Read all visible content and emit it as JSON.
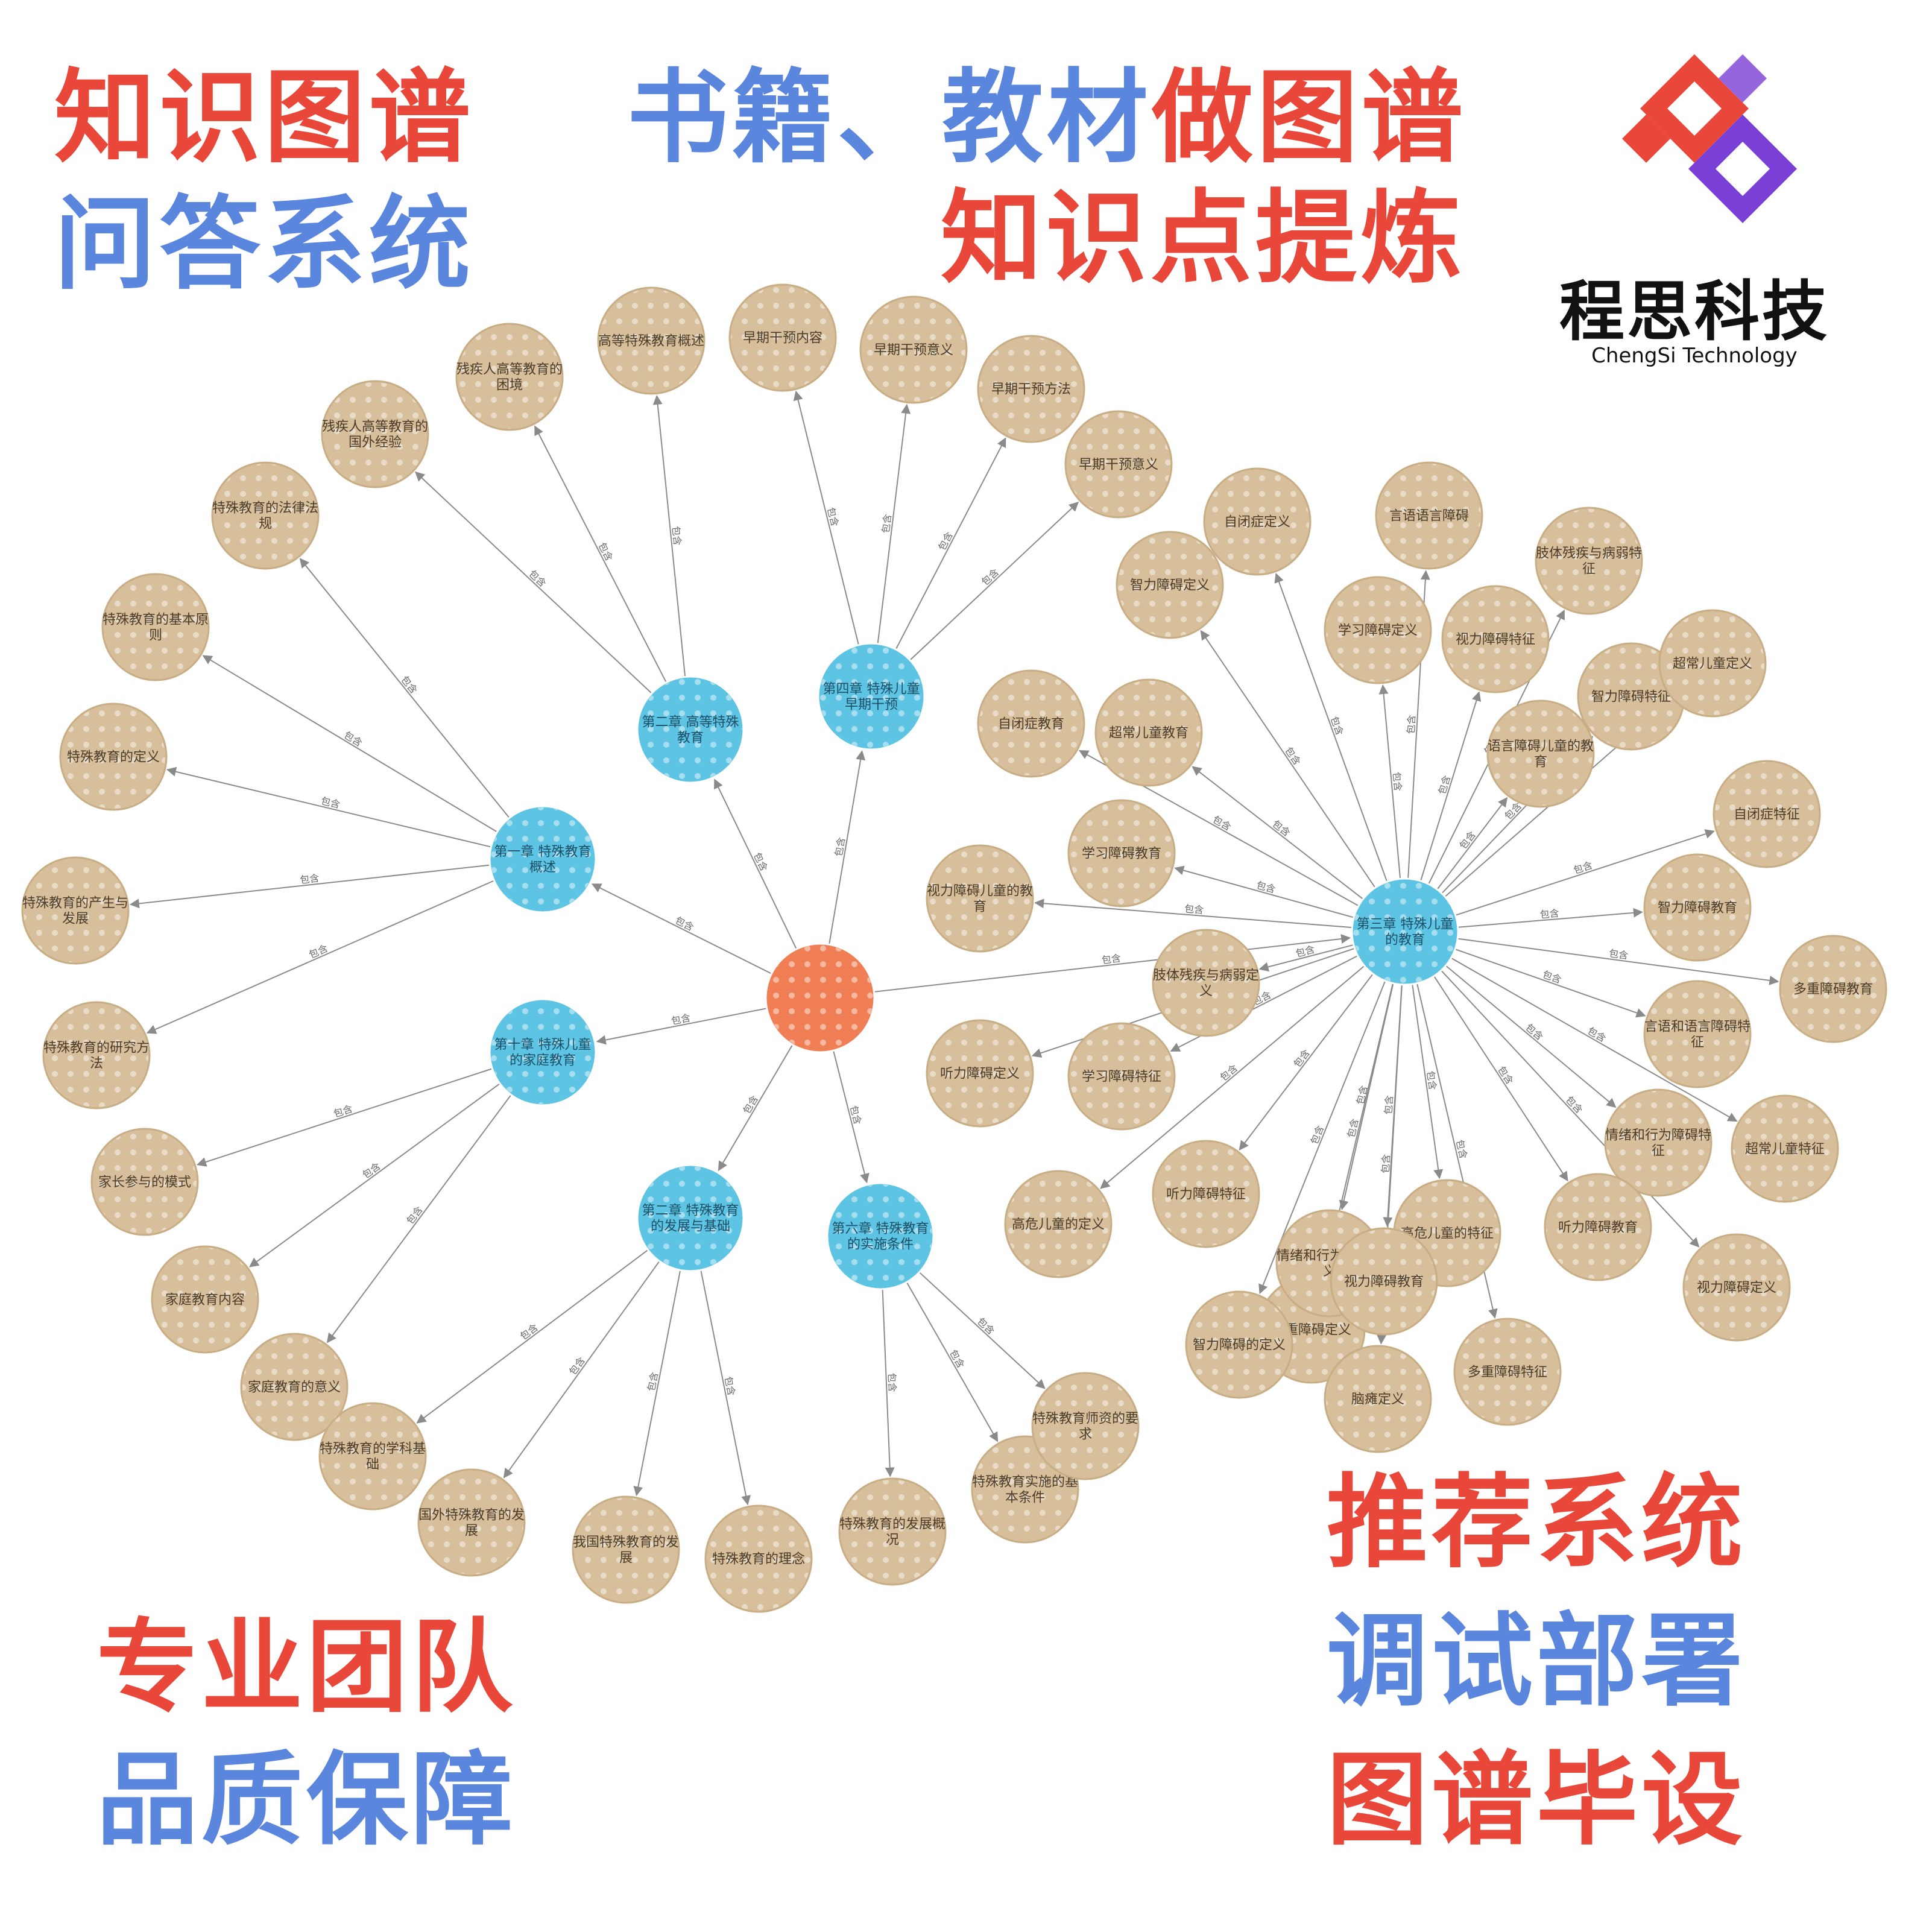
{
  "banners": {
    "kg": "知识图谱",
    "qa": "问答系统",
    "books_part1": "书籍、教材",
    "books_part2": "做图谱",
    "extract": "知识点提炼",
    "recommend": "推荐系统",
    "deploy": "调试部署",
    "thesis": "图谱毕设",
    "team": "专业团队",
    "quality": "品质保障"
  },
  "brand": {
    "name": "程思科技",
    "subtitle": "ChengSi Technology"
  },
  "colors": {
    "red_text": "#e8473a",
    "blue_text": "#5b86de",
    "root_node": "#f07f55",
    "chapter_node": "#5ec4e4",
    "leaf_node": "#d6bf9a",
    "edge": "#8a8a8a",
    "logo_red": "#e8473a",
    "logo_purple": "#7a3fd6"
  },
  "graph": {
    "nodes": [
      {
        "id": "root",
        "label": "",
        "type": "root"
      },
      {
        "id": "c1",
        "label": "第一章 特殊教育概述",
        "type": "chapter"
      },
      {
        "id": "c2",
        "label": "第二章 高等特殊教育",
        "type": "chapter"
      },
      {
        "id": "c3",
        "label": "第四章 特殊儿童早期干预",
        "type": "chapter"
      },
      {
        "id": "c4",
        "label": "第十章 特殊儿童的家庭教育",
        "type": "chapter"
      },
      {
        "id": "c5",
        "label": "第二章 特殊教育的发展与基础",
        "type": "chapter"
      },
      {
        "id": "c6",
        "label": "第六章 特殊教育的实施条件",
        "type": "chapter"
      },
      {
        "id": "c7",
        "label": "第三章 特殊儿童的教育",
        "type": "chapter"
      },
      {
        "id": "l1",
        "label": "高等特殊教育概述",
        "type": "leaf"
      },
      {
        "id": "l2",
        "label": "早期干预内容",
        "type": "leaf"
      },
      {
        "id": "l3",
        "label": "早期干预意义",
        "type": "leaf"
      },
      {
        "id": "l4",
        "label": "早期干预方法",
        "type": "leaf"
      },
      {
        "id": "l5",
        "label": "早期干预意义",
        "type": "leaf"
      },
      {
        "id": "l6",
        "label": "残疾人高等教育的困境",
        "type": "leaf"
      },
      {
        "id": "l7",
        "label": "残疾人高等教育的国外经验",
        "type": "leaf"
      },
      {
        "id": "l8",
        "label": "特殊教育的法律法规",
        "type": "leaf"
      },
      {
        "id": "l9",
        "label": "特殊教育的基本原则",
        "type": "leaf"
      },
      {
        "id": "l10",
        "label": "特殊教育的定义",
        "type": "leaf"
      },
      {
        "id": "l11",
        "label": "特殊教育的产生与发展",
        "type": "leaf"
      },
      {
        "id": "l12",
        "label": "特殊教育的研究方法",
        "type": "leaf"
      },
      {
        "id": "l13",
        "label": "家长参与的模式",
        "type": "leaf"
      },
      {
        "id": "l14",
        "label": "家庭教育内容",
        "type": "leaf"
      },
      {
        "id": "l15",
        "label": "家庭教育的意义",
        "type": "leaf"
      },
      {
        "id": "l16",
        "label": "特殊教育的学科基础",
        "type": "leaf"
      },
      {
        "id": "l17",
        "label": "国外特殊教育的发展",
        "type": "leaf"
      },
      {
        "id": "l18",
        "label": "我国特殊教育的发展",
        "type": "leaf"
      },
      {
        "id": "l19",
        "label": "特殊教育的理念",
        "type": "leaf"
      },
      {
        "id": "l20",
        "label": "特殊教育的发展概况",
        "type": "leaf"
      },
      {
        "id": "l21",
        "label": "特殊教育实施的基本条件",
        "type": "leaf"
      },
      {
        "id": "l22",
        "label": "特殊教育师资的要求",
        "type": "leaf"
      },
      {
        "id": "l23",
        "label": "自闭症教育",
        "type": "leaf"
      },
      {
        "id": "l24",
        "label": "视力障碍儿童的教育",
        "type": "leaf"
      },
      {
        "id": "l25",
        "label": "听力障碍定义",
        "type": "leaf"
      },
      {
        "id": "l26",
        "label": "高危儿童的定义",
        "type": "leaf"
      },
      {
        "id": "l27",
        "label": "学习障碍教育",
        "type": "leaf"
      },
      {
        "id": "l28",
        "label": "学习障碍特征",
        "type": "leaf"
      },
      {
        "id": "l29",
        "label": "超常儿童教育",
        "type": "leaf"
      },
      {
        "id": "l30",
        "label": "肢体残疾与病弱定义",
        "type": "leaf"
      },
      {
        "id": "l31",
        "label": "智力障碍定义",
        "type": "leaf"
      },
      {
        "id": "l32",
        "label": "自闭症定义",
        "type": "leaf"
      },
      {
        "id": "l33",
        "label": "听力障碍特征",
        "type": "leaf"
      },
      {
        "id": "l34",
        "label": "学习障碍定义",
        "type": "leaf"
      },
      {
        "id": "l35",
        "label": "多重障碍定义",
        "type": "leaf"
      },
      {
        "id": "l36",
        "label": "视力障碍特征",
        "type": "leaf"
      },
      {
        "id": "l37",
        "label": "语言障碍儿童的教育",
        "type": "leaf"
      },
      {
        "id": "l38",
        "label": "言语语言障碍",
        "type": "leaf"
      },
      {
        "id": "l39",
        "label": "肢体残疾与病弱特征",
        "type": "leaf"
      },
      {
        "id": "l40",
        "label": "智力障碍特征",
        "type": "leaf"
      },
      {
        "id": "l41",
        "label": "超常儿童定义",
        "type": "leaf"
      },
      {
        "id": "l42",
        "label": "自闭症特征",
        "type": "leaf"
      },
      {
        "id": "l43",
        "label": "智力障碍教育",
        "type": "leaf"
      },
      {
        "id": "l44",
        "label": "多重障碍教育",
        "type": "leaf"
      },
      {
        "id": "l45",
        "label": "言语和语言障碍特征",
        "type": "leaf"
      },
      {
        "id": "l46",
        "label": "情绪和行为障碍特征",
        "type": "leaf"
      },
      {
        "id": "l47",
        "label": "超常儿童特征",
        "type": "leaf"
      },
      {
        "id": "l48",
        "label": "听力障碍教育",
        "type": "leaf"
      },
      {
        "id": "l49",
        "label": "高危儿童的特征",
        "type": "leaf"
      },
      {
        "id": "l50",
        "label": "情绪和行为障碍定义",
        "type": "leaf"
      },
      {
        "id": "l51",
        "label": "视力障碍教育",
        "type": "leaf"
      },
      {
        "id": "l52",
        "label": "多重障碍特征",
        "type": "leaf"
      },
      {
        "id": "l53",
        "label": "视力障碍定义",
        "type": "leaf"
      },
      {
        "id": "l54",
        "label": "脑瘫定义",
        "type": "leaf"
      },
      {
        "id": "l55",
        "label": "智力障碍的定义",
        "type": "leaf"
      }
    ],
    "edges": [
      {
        "from": "root",
        "to": "c1",
        "label": "包含"
      },
      {
        "from": "root",
        "to": "c2",
        "label": "包含"
      },
      {
        "from": "root",
        "to": "c3",
        "label": "包含"
      },
      {
        "from": "root",
        "to": "c4",
        "label": "包含"
      },
      {
        "from": "root",
        "to": "c5",
        "label": "包含"
      },
      {
        "from": "root",
        "to": "c6",
        "label": "包含"
      },
      {
        "from": "root",
        "to": "c7",
        "label": "包含"
      },
      {
        "from": "c2",
        "to": "l1",
        "label": "包含"
      },
      {
        "from": "c2",
        "to": "l6",
        "label": "包含"
      },
      {
        "from": "c2",
        "to": "l7",
        "label": "包含"
      },
      {
        "from": "c3",
        "to": "l2",
        "label": "包含"
      },
      {
        "from": "c3",
        "to": "l3",
        "label": "包含"
      },
      {
        "from": "c3",
        "to": "l4",
        "label": "包含"
      },
      {
        "from": "c3",
        "to": "l5",
        "label": "包含"
      },
      {
        "from": "c1",
        "to": "l8",
        "label": "包含"
      },
      {
        "from": "c1",
        "to": "l9",
        "label": "包含"
      },
      {
        "from": "c1",
        "to": "l10",
        "label": "包含"
      },
      {
        "from": "c1",
        "to": "l11",
        "label": "包含"
      },
      {
        "from": "c1",
        "to": "l12",
        "label": "包含"
      },
      {
        "from": "c4",
        "to": "l13",
        "label": "包含"
      },
      {
        "from": "c4",
        "to": "l14",
        "label": "包含"
      },
      {
        "from": "c4",
        "to": "l15",
        "label": "包含"
      },
      {
        "from": "c5",
        "to": "l16",
        "label": "包含"
      },
      {
        "from": "c5",
        "to": "l17",
        "label": "包含"
      },
      {
        "from": "c5",
        "to": "l18",
        "label": "包含"
      },
      {
        "from": "c5",
        "to": "l19",
        "label": "包含"
      },
      {
        "from": "c6",
        "to": "l20",
        "label": "包含"
      },
      {
        "from": "c6",
        "to": "l21",
        "label": "包含"
      },
      {
        "from": "c6",
        "to": "l22",
        "label": "包含"
      },
      {
        "from": "c7",
        "to": "l23",
        "label": "包含"
      },
      {
        "from": "c7",
        "to": "l24",
        "label": "包含"
      },
      {
        "from": "c7",
        "to": "l25",
        "label": "包含"
      },
      {
        "from": "c7",
        "to": "l26",
        "label": "包含"
      },
      {
        "from": "c7",
        "to": "l27",
        "label": "包含"
      },
      {
        "from": "c7",
        "to": "l28",
        "label": "包含"
      },
      {
        "from": "c7",
        "to": "l29",
        "label": "包含"
      },
      {
        "from": "c7",
        "to": "l30",
        "label": "包含"
      },
      {
        "from": "c7",
        "to": "l31",
        "label": "包含"
      },
      {
        "from": "c7",
        "to": "l32",
        "label": "包含"
      },
      {
        "from": "c7",
        "to": "l33",
        "label": "包含"
      },
      {
        "from": "c7",
        "to": "l34",
        "label": "包含"
      },
      {
        "from": "c7",
        "to": "l35",
        "label": "包含"
      },
      {
        "from": "c7",
        "to": "l36",
        "label": "包含"
      },
      {
        "from": "c7",
        "to": "l37",
        "label": "包含"
      },
      {
        "from": "c7",
        "to": "l38",
        "label": "包含"
      },
      {
        "from": "c7",
        "to": "l39",
        "label": "包含"
      },
      {
        "from": "c7",
        "to": "l40",
        "label": "包含"
      },
      {
        "from": "c7",
        "to": "l41",
        "label": "包含"
      },
      {
        "from": "c7",
        "to": "l42",
        "label": "包含"
      },
      {
        "from": "c7",
        "to": "l43",
        "label": "包含"
      },
      {
        "from": "c7",
        "to": "l44",
        "label": "包含"
      },
      {
        "from": "c7",
        "to": "l45",
        "label": "包含"
      },
      {
        "from": "c7",
        "to": "l46",
        "label": "包含"
      },
      {
        "from": "c7",
        "to": "l47",
        "label": "包含"
      },
      {
        "from": "c7",
        "to": "l48",
        "label": "包含"
      },
      {
        "from": "c7",
        "to": "l49",
        "label": "包含"
      },
      {
        "from": "c7",
        "to": "l50",
        "label": "包含"
      },
      {
        "from": "c7",
        "to": "l51",
        "label": "包含"
      },
      {
        "from": "c7",
        "to": "l52",
        "label": "包含"
      },
      {
        "from": "c7",
        "to": "l53",
        "label": "包含"
      },
      {
        "from": "c7",
        "to": "l54",
        "label": "包含"
      },
      {
        "from": "c7",
        "to": "l55",
        "label": "包含"
      }
    ]
  }
}
